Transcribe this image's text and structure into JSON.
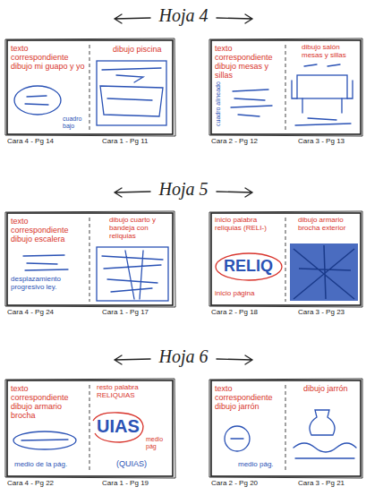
{
  "diagram": {
    "nodes": [
      {
        "text": [
          "texto correspondiente dibujo mi guapo y yo",
          "cuadro bajo",
          "Cara 4 - Pg 14"
        ]
      },
      {
        "text": [
          "dibujo piscina",
          "Cara 1 - Pg 11"
        ]
      },
      {
        "text": [
          "texto correspondiente dibujo mesas y sillas",
          "cuadro alineado",
          "Cara 2 - Pg 12"
        ]
      },
      {
        "text": [
          "dibujo salón mesas y sillas",
          "Cara 3 - Pg 13"
        ]
      },
      {
        "text": [
          "texto correspondiente dibujo escalera",
          "desplazamiento progresivo ley.",
          "Cara 4 - Pg 24"
        ]
      },
      {
        "text": [
          "dibujo cuarto y bandeja con reliquias",
          "Cara 1 - Pg 17"
        ]
      },
      {
        "text": [
          "inicio palabra reliquias (RELI-)",
          "RELIQ",
          "inicio página",
          "Cara 2 - Pg 18"
        ]
      },
      {
        "text": [
          "dibujo armario brocha exterior",
          "Cara 3 - Pg 23"
        ]
      },
      {
        "text": [
          "texto correspondiente dibujo armario brocha",
          "medio de la pág.",
          "Cara 4 - Pg 22"
        ]
      },
      {
        "text": [
          "resto palabra RELIQUIAS",
          "UIAS",
          "medio pág",
          "(QUIAS)",
          "Cara 1 - Pg 19"
        ]
      },
      {
        "text": [
          "texto correspondiente dibujo jarrón",
          "medio pág.",
          "Cara 2 - Pg 20"
        ]
      },
      {
        "text": [
          "dibujo jarrón",
          "Cara 3 - Pg 21"
        ]
      }
    ],
    "labels": [
      "Hoja 4",
      "Hoja 5",
      "Hoja 6"
    ]
  }
}
